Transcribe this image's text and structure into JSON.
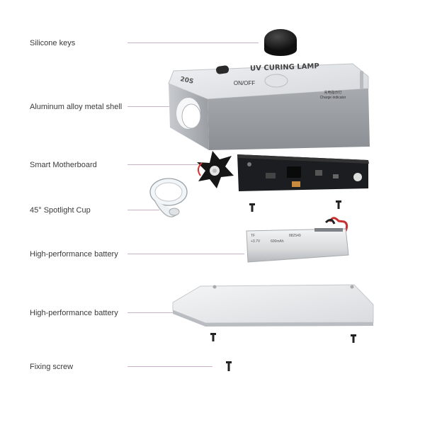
{
  "labels": {
    "silicone_keys": "Silicone keys",
    "shell": "Aluminum alloy metal shell",
    "motherboard": "Smart Motherboard",
    "spotlight": "45°  Spotlight Cup",
    "battery": "High-performance battery",
    "bottom_plate": "High-performance battery",
    "screw": "Fixing screw"
  },
  "device": {
    "title": "UV CURING LAMP",
    "model": "20S",
    "on_off": "ON/OFF",
    "charge_cn": "充电指示灯",
    "charge_en": "Charge indicator"
  },
  "battery": {
    "voltage": "+3.7V",
    "capacity": "600mAh",
    "model": "882549",
    "code": "TF"
  }
}
